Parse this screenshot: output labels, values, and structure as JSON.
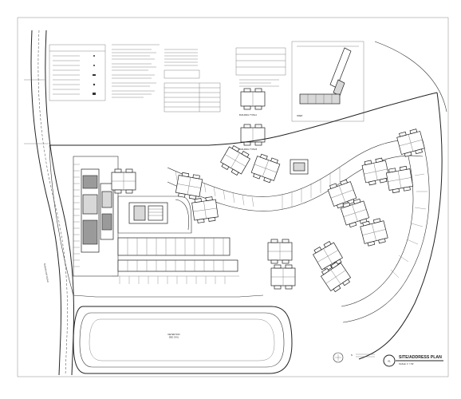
{
  "plan": {
    "title": "SITE/ADDRESS PLAN",
    "sheet_number": "01",
    "scale_note": "SCALE: 1\" = 50'",
    "road_label": "SUGARLOAF ROAD",
    "pond_label": "DETENTION\nSEE CIVIL",
    "building_type_a": "BUILDING TYPE A",
    "building_type_b": "BUILDING TYPE B",
    "inset_label": "INSET"
  },
  "colors": {
    "line": "#222222",
    "building_fill": "#ffffff",
    "building_shade": "#d8d8d8"
  }
}
